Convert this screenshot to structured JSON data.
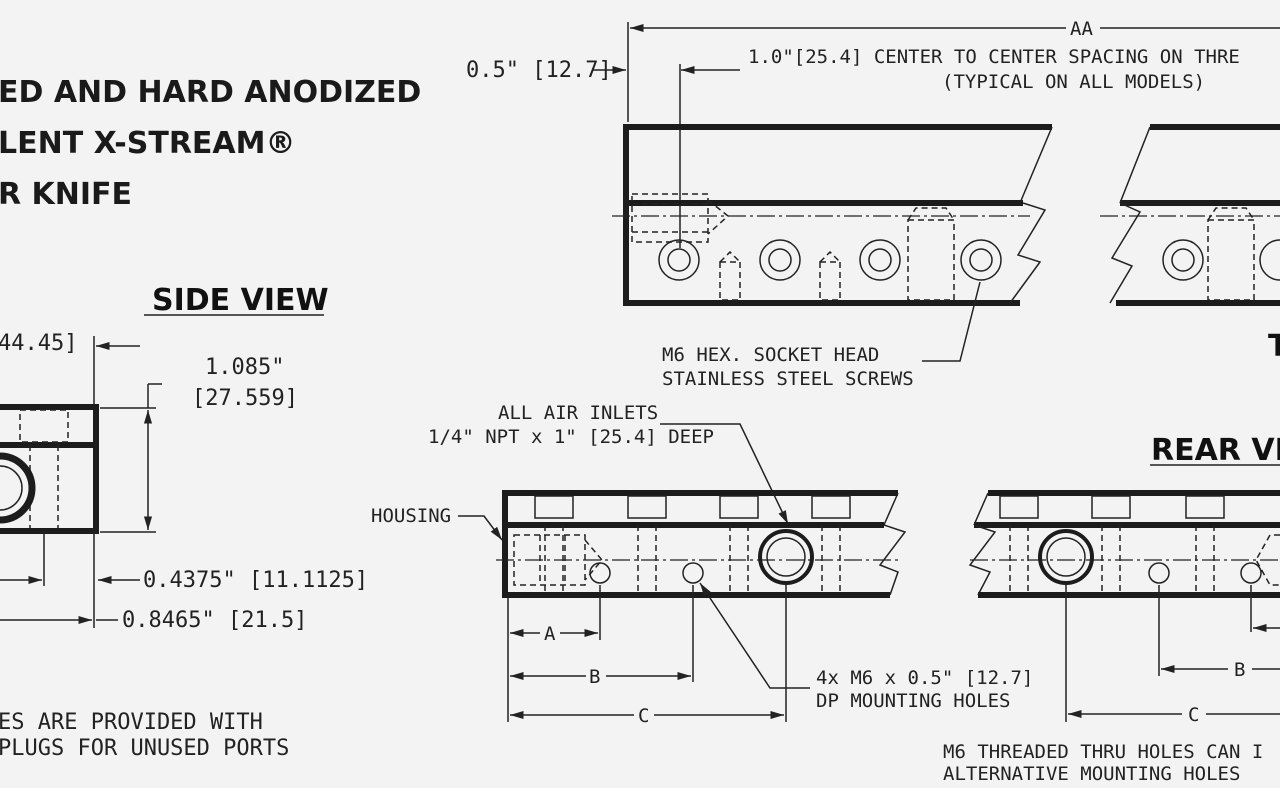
{
  "title": {
    "line1": "ED AND HARD ANODIZED",
    "line2": "LENT X-STREAM®",
    "line3": "R KNIFE"
  },
  "views": {
    "side": "SIDE VIEW",
    "rear": "REAR VIE",
    "top_partial": "T"
  },
  "dimensions": {
    "overall_length": "AA",
    "end_offset": "0.5\" [12.7]",
    "spacing_line1": "1.0\"[25.4] CENTER TO CENTER SPACING ON THRE",
    "spacing_line2": "(TYPICAL ON ALL MODELS)",
    "side_width": "44.45]",
    "side_height_in": "1.085\"",
    "side_height_mm": "[27.559]",
    "side_inlet_offset": "0.4375\" [11.1125]",
    "side_depth": "0.8465\" [21.5]",
    "dim_a": "A",
    "dim_b_front": "B",
    "dim_c_front": "C",
    "dim_b_rear": "B",
    "dim_c_rear": "C"
  },
  "notes": {
    "screws_line1": "M6 HEX. SOCKET HEAD",
    "screws_line2": "STAINLESS STEEL SCREWS",
    "inlets_line1": "ALL AIR INLETS",
    "inlets_line2": "1/4\" NPT x 1\" [25.4] DEEP",
    "housing": "HOUSING",
    "mount_line1": "4x M6 x 0.5\" [12.7]",
    "mount_line2": "DP MOUNTING HOLES",
    "plugs_line1": "ES ARE PROVIDED WITH",
    "plugs_line2": "PLUGS FOR UNUSED PORTS",
    "thru_line1": "M6 THREADED THRU HOLES CAN I",
    "thru_line2": "ALTERNATIVE MOUNTING HOLES"
  }
}
